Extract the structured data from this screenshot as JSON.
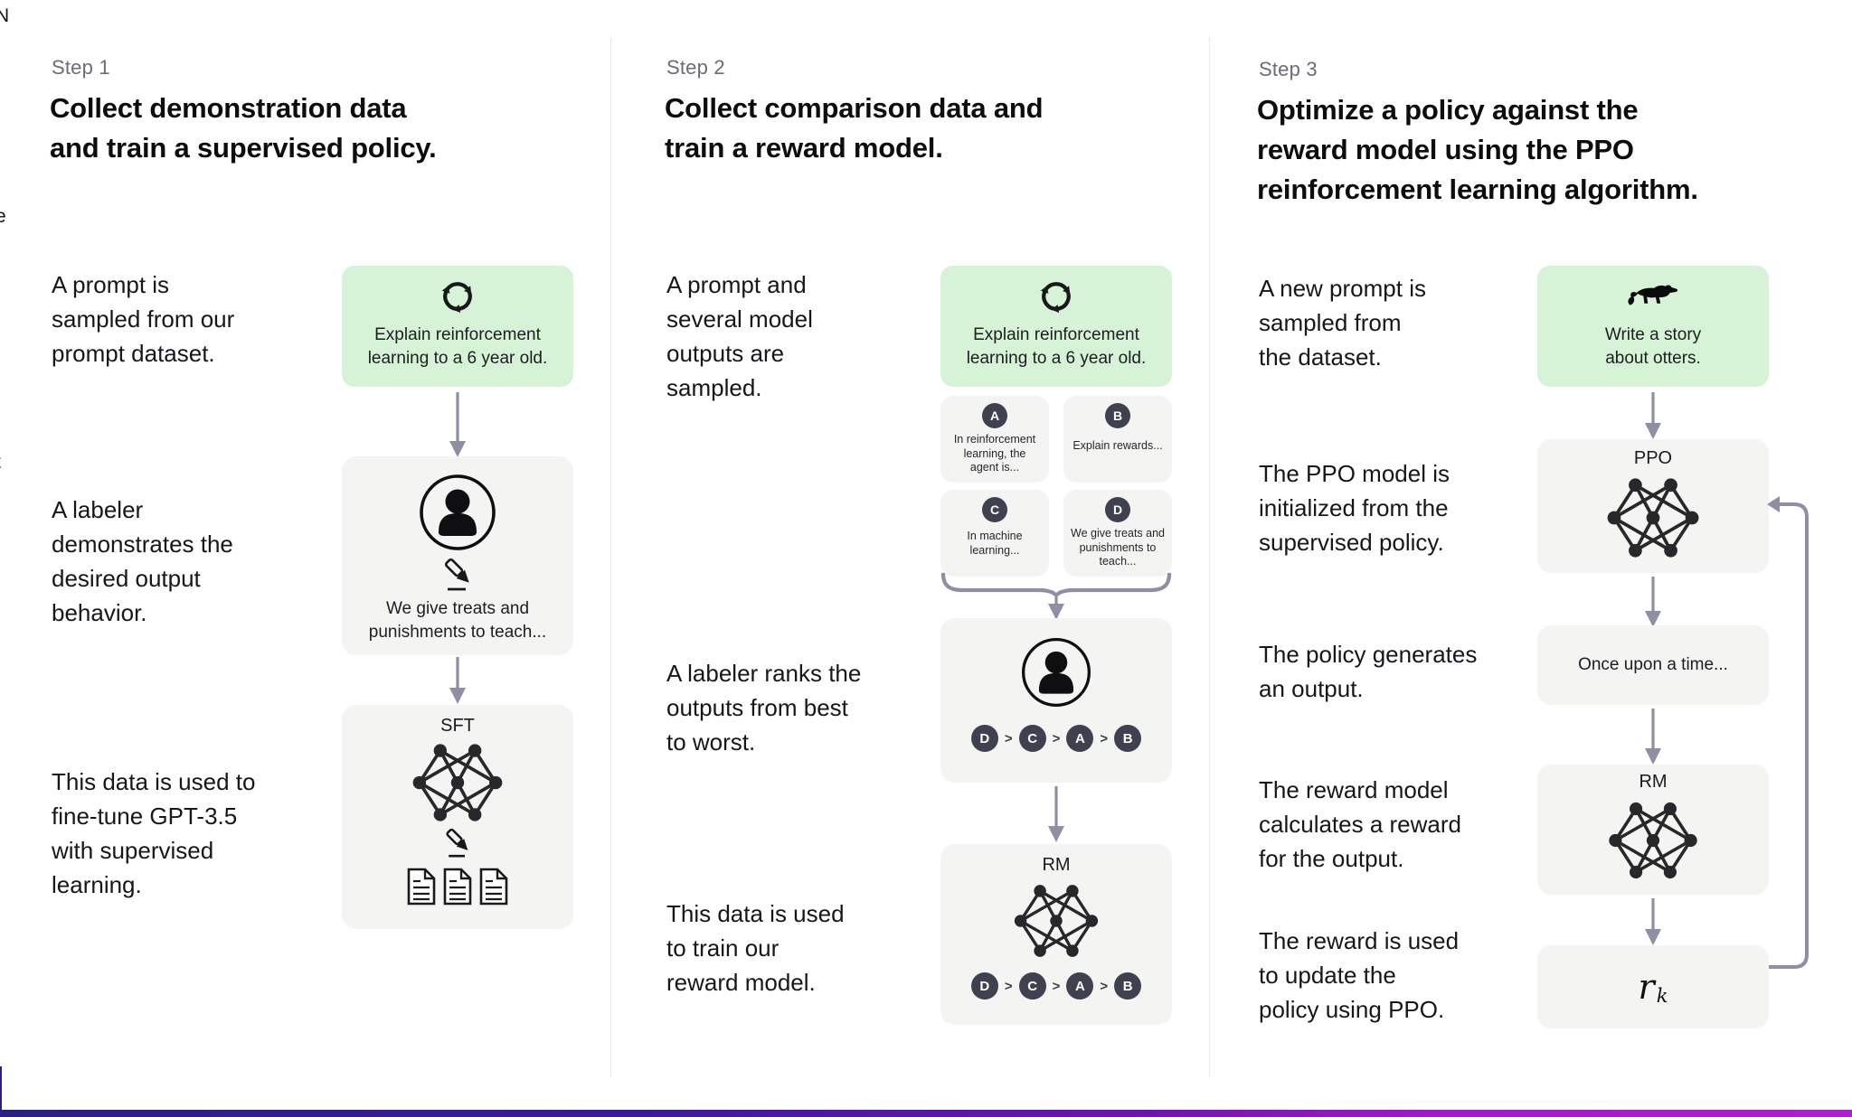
{
  "colors": {
    "prompt_box_green": "#d6f3d7",
    "node_box_grey": "#f4f4f2",
    "arrow_grey": "#8f8fa3",
    "badge_dark": "#3f4150",
    "divider": "#e8e8e8",
    "step_label": "#6c6c78",
    "title_text": "#0d0d0f",
    "body_text": "#17171b",
    "bottom_bar_left": "#2a2082",
    "bottom_bar_right": "#ab20cb"
  },
  "icons": {
    "prompt_sampling": "cycle-arrows-icon",
    "labeler": "person-icon",
    "writing": "pencil-icon",
    "model": "neural-network-icon",
    "data_files": "document-icon",
    "otter_prompt": "otter-icon",
    "flow": "arrow-down-icon",
    "combine": "curly-brace-icon",
    "feedback": "loop-arrow-icon"
  },
  "edge_fragments": {
    "f1": "N",
    "f2": "e",
    "f3": "t"
  },
  "steps": [
    {
      "label": "Step 1",
      "title": "Collect demonstration data\nand train a supervised policy.",
      "ann1": "A prompt is\nsampled from our\nprompt dataset.",
      "ann2": "A labeler\ndemonstrates the\ndesired output\nbehavior.",
      "ann3": "This data is used to\nfine-tune GPT-3.5\nwith supervised\nlearning.",
      "prompt_text": "Explain reinforcement\nlearning to a 6 year old.",
      "labeler_caption": "We give treats and\npunishments to teach...",
      "model_label": "SFT"
    },
    {
      "label": "Step 2",
      "title": "Collect comparison data and\ntrain a reward model.",
      "ann1": "A prompt and\nseveral model\noutputs are\nsampled.",
      "ann2": "A labeler ranks the\noutputs from best\nto worst.",
      "ann3": "This data is used\nto train our\nreward model.",
      "prompt_text": "Explain reinforcement\nlearning to a 6 year old.",
      "outputs": [
        {
          "letter": "A",
          "text": "In reinforcement\nlearning, the\nagent is..."
        },
        {
          "letter": "B",
          "text": "Explain rewards..."
        },
        {
          "letter": "C",
          "text": "In machine\nlearning..."
        },
        {
          "letter": "D",
          "text": "We give treats and\npunishments to\nteach..."
        }
      ],
      "rank": {
        "r1": "D",
        "r2": "C",
        "r3": "A",
        "r4": "B",
        "sep": ">"
      },
      "model_label": "RM"
    },
    {
      "label": "Step 3",
      "title": "Optimize a policy against the\nreward model using the PPO\nreinforcement learning algorithm.",
      "ann1": "A new prompt is\nsampled from\nthe dataset.",
      "ann2": "The PPO model is\ninitialized from the\nsupervised policy.",
      "ann3": "The policy generates\nan output.",
      "ann4": "The reward model\ncalculates a reward\nfor the output.",
      "ann5": "The reward is used\nto update the\npolicy using PPO.",
      "prompt_text": "Write a story\nabout otters.",
      "ppo_label": "PPO",
      "output_text": "Once upon a time...",
      "rm_label": "RM",
      "reward": {
        "base": "r",
        "sub": "k"
      }
    }
  ]
}
